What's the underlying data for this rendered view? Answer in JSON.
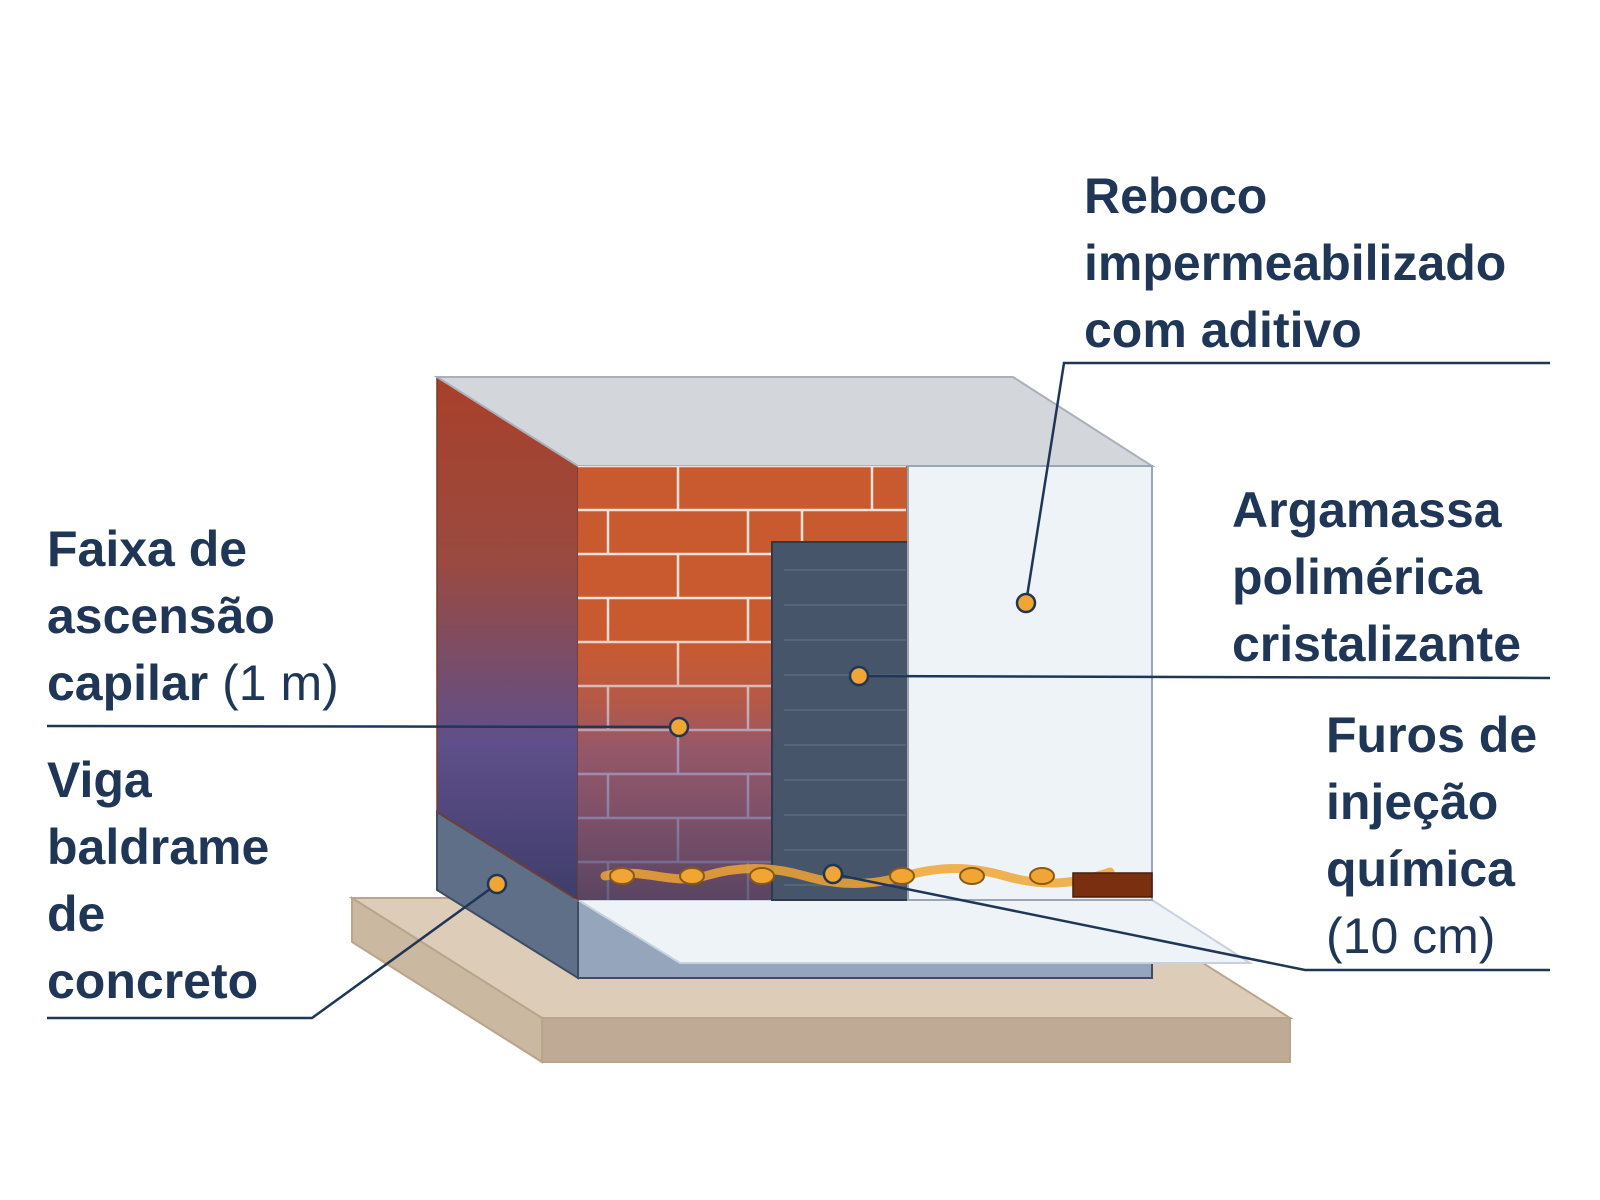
{
  "colors": {
    "text": "#1f3656",
    "brick": "#c95a30",
    "mortar": "#f3e3da",
    "capillary_band": "#5e4f8f",
    "polymeric_mortar": "#465569",
    "plaster": "#eef3f8",
    "concrete_beam": "#5f6f88",
    "ground": "#ddcdb8",
    "top_slab": "#d3d6db",
    "marker": "#f0a534",
    "injection": "#f0a534"
  },
  "labels": {
    "reboco": {
      "lines": [
        "Reboco",
        "impermeabilizado",
        "com aditivo"
      ]
    },
    "argamassa": {
      "lines": [
        "Argamassa",
        "polimérica",
        "cristalizante"
      ]
    },
    "faixa": {
      "lines": [
        "Faixa de",
        "ascensão"
      ],
      "line3_bold": "capilar",
      "line3_normal": " (1 m)"
    },
    "viga": {
      "lines": [
        "Viga",
        "baldrame",
        "de",
        "concreto"
      ]
    },
    "furos": {
      "lines": [
        "Furos de",
        "injeção",
        "química"
      ],
      "line4_normal": "(10 cm)"
    }
  },
  "icons": {
    "marker": "callout-dot-icon"
  }
}
